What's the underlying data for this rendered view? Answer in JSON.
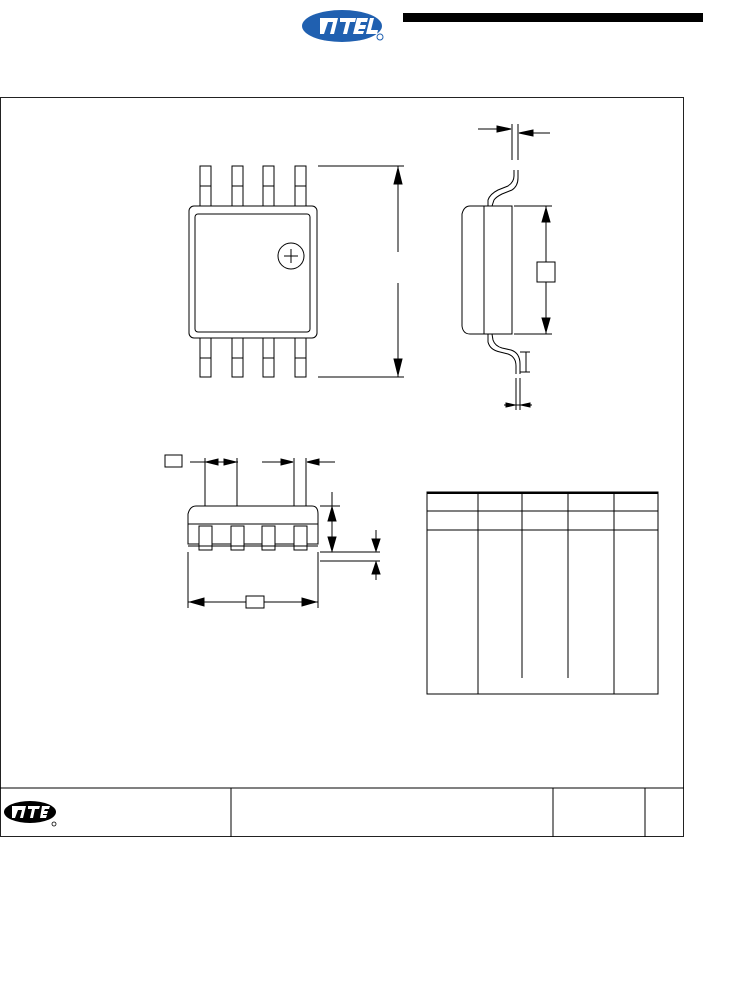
{
  "header": {
    "logo": {
      "icon": "atmel-logo",
      "color": "#2060b0"
    }
  },
  "drawing": {
    "views": [
      "top-view",
      "side-view",
      "end-view"
    ],
    "dimension_table": {
      "rows": 2,
      "columns": 5,
      "cells": []
    }
  },
  "title_block": {
    "logo": {
      "icon": "atmel-logo-small",
      "color": "#000000"
    }
  },
  "colors": {
    "line": "#000000",
    "logo_blue": "#2060b0",
    "background": "#ffffff"
  }
}
